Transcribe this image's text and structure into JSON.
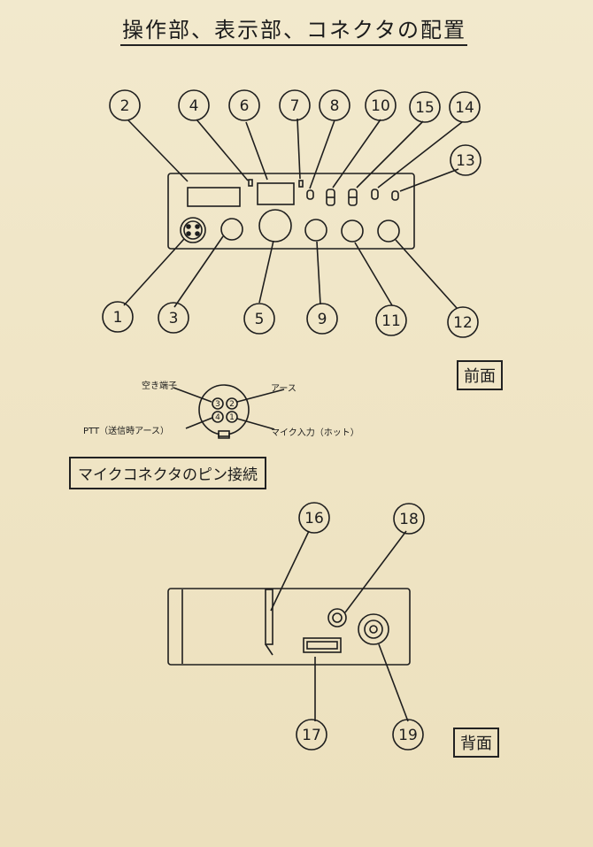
{
  "title": "操作部、表示部、コネクタの配置",
  "front_label": "前面",
  "rear_label": "背面",
  "mic_title": "マイクコネクタのピン接続",
  "pins": {
    "p3": "3",
    "p2": "2",
    "p4": "4",
    "p1": "1",
    "label_3": "空き端子",
    "label_2": "アース",
    "label_4": "PTT（送信時アース）",
    "label_1": "マイク入力（ホット）"
  },
  "callouts": {
    "c1": "1",
    "c2": "2",
    "c3": "3",
    "c4": "4",
    "c5": "5",
    "c6": "6",
    "c7": "7",
    "c8": "8",
    "c9": "9",
    "c10": "10",
    "c11": "11",
    "c12": "12",
    "c13": "13",
    "c14": "14",
    "c15": "15",
    "c16": "16",
    "c17": "17",
    "c18": "18",
    "c19": "19"
  }
}
